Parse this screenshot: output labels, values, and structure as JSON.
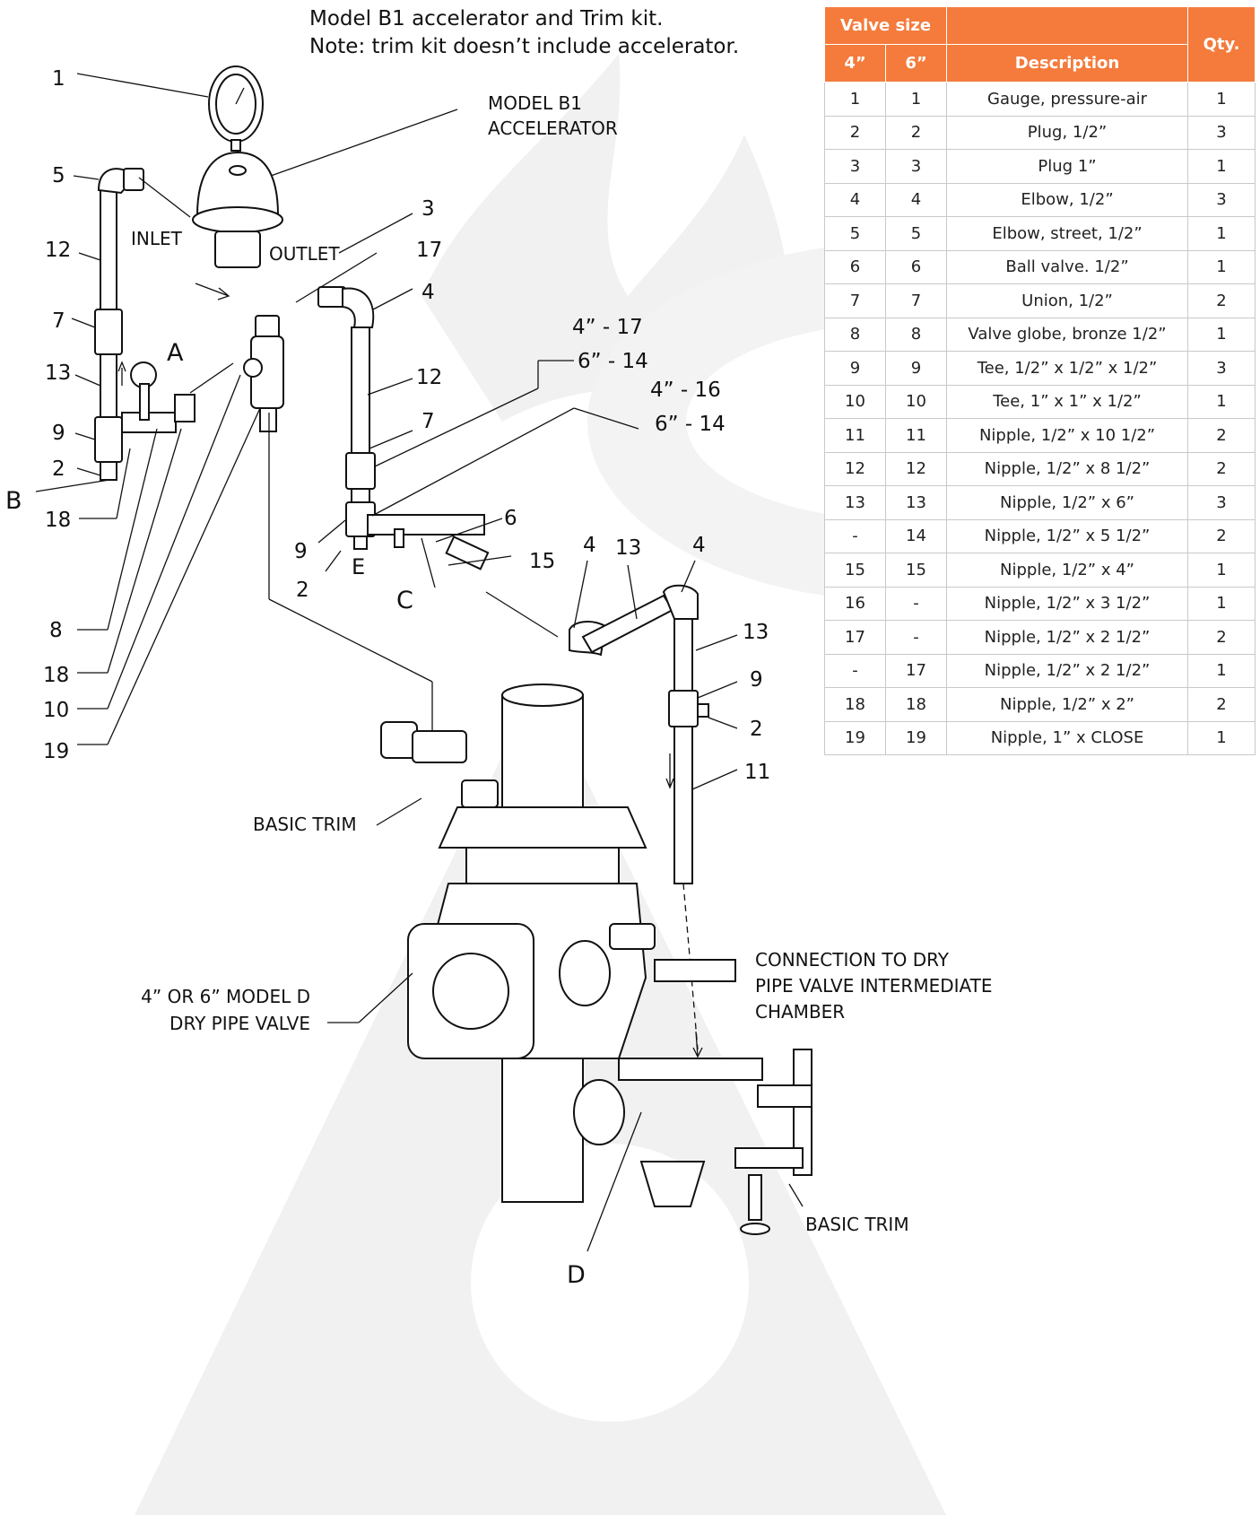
{
  "header": {
    "title_line1": "Model B1 accelerator and Trim kit.",
    "title_line2": "Note: trim kit doesn’t include accelerator."
  },
  "labels": {
    "model_b1_line1": "MODEL B1",
    "model_b1_line2": "ACCELERATOR",
    "inlet": "INLET",
    "outlet": "OUTLET",
    "basic_trim_upper": "BASIC TRIM",
    "basic_trim_lower": "BASIC TRIM",
    "valve_line1": "4” OR 6” MODEL D",
    "valve_line2": "DRY PIPE VALVE",
    "connection_line1": "CONNECTION TO DRY",
    "connection_line2": "PIPE VALVE INTERMEDIATE",
    "connection_line3": "CHAMBER",
    "size_4_17": "4” - 17",
    "size_6_14a": "6” - 14",
    "size_4_16": "4” - 16",
    "size_6_14b": "6” - 14"
  },
  "callouts": {
    "c1": "1",
    "c5": "5",
    "c12a": "12",
    "c7a": "7",
    "c13a": "13",
    "c9a": "9",
    "c2a": "2",
    "c18a": "18",
    "c8": "8",
    "c18b": "18",
    "c10": "10",
    "c19": "19",
    "c3": "3",
    "c17": "17",
    "c4a": "4",
    "c12b": "12",
    "c7b": "7",
    "c9b": "9",
    "c2b": "2",
    "c6": "6",
    "c15": "15",
    "c4b": "4",
    "c13b": "13",
    "c4c": "4",
    "c13c": "13",
    "c9c": "9",
    "c2c": "2",
    "c11": "11"
  },
  "letters": {
    "A": "A",
    "B": "B",
    "C": "C",
    "D": "D",
    "E": "E"
  },
  "table": {
    "header_valve_size": "Valve size",
    "header_4": "4”",
    "header_6": "6”",
    "header_description": "Description",
    "header_qty": "Qty.",
    "rows": [
      [
        "1",
        "1",
        "Gauge, pressure-air",
        "1"
      ],
      [
        "2",
        "2",
        "Plug, 1/2”",
        "3"
      ],
      [
        "3",
        "3",
        "Plug 1”",
        "1"
      ],
      [
        "4",
        "4",
        "Elbow, 1/2”",
        "3"
      ],
      [
        "5",
        "5",
        "Elbow, street, 1/2”",
        "1"
      ],
      [
        "6",
        "6",
        "Ball valve. 1/2”",
        "1"
      ],
      [
        "7",
        "7",
        "Union, 1/2”",
        "2"
      ],
      [
        "8",
        "8",
        "Valve globe, bronze 1/2”",
        "1"
      ],
      [
        "9",
        "9",
        "Tee, 1/2” x 1/2” x 1/2”",
        "3"
      ],
      [
        "10",
        "10",
        "Tee, 1” x 1” x 1/2”",
        "1"
      ],
      [
        "11",
        "11",
        "Nipple, 1/2” x 10 1/2”",
        "2"
      ],
      [
        "12",
        "12",
        "Nipple, 1/2” x 8 1/2”",
        "2"
      ],
      [
        "13",
        "13",
        "Nipple, 1/2” x 6”",
        "3"
      ],
      [
        "-",
        "14",
        "Nipple, 1/2” x 5 1/2”",
        "2"
      ],
      [
        "15",
        "15",
        "Nipple, 1/2” x 4”",
        "1"
      ],
      [
        "16",
        "-",
        "Nipple, 1/2” x 3 1/2”",
        "1"
      ],
      [
        "17",
        "-",
        "Nipple, 1/2” x 2 1/2”",
        "2"
      ],
      [
        "-",
        "17",
        "Nipple, 1/2” x 2 1/2”",
        "1"
      ],
      [
        "18",
        "18",
        "Nipple, 1/2” x 2”",
        "2"
      ],
      [
        "19",
        "19",
        "Nipple, 1” x CLOSE",
        "1"
      ]
    ]
  },
  "colors": {
    "table_header": "#f47b3c",
    "watermark": "#f1f1f1",
    "line": "#111111"
  }
}
